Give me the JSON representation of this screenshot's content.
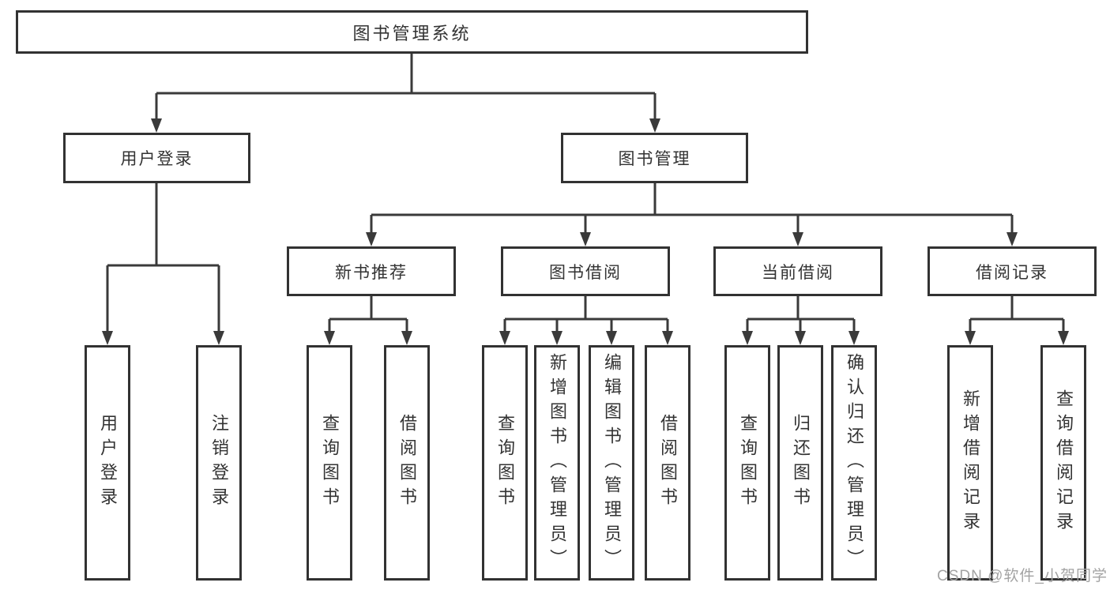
{
  "diagram_title": "图书管理系统",
  "nodes": {
    "root": {
      "label": "图书管理系统"
    },
    "user_login": {
      "label": "用户登录"
    },
    "book_mgmt": {
      "label": "图书管理"
    },
    "leaf_user_login": {
      "label": "用户登录"
    },
    "leaf_logout": {
      "label": "注销登录"
    },
    "new_book_rec": {
      "label": "新书推荐"
    },
    "book_borrow": {
      "label": "图书借阅"
    },
    "current_borrow": {
      "label": "当前借阅"
    },
    "borrow_record": {
      "label": "借阅记录"
    },
    "nb_query_book": {
      "label": "查询图书"
    },
    "nb_borrow_book": {
      "label": "借阅图书"
    },
    "bb_query_book": {
      "label": "查询图书"
    },
    "bb_add_book_admin": {
      "label": "新增图书（管理员）"
    },
    "bb_edit_book_admin": {
      "label": "编辑图书（管理员）"
    },
    "bb_borrow_book": {
      "label": "借阅图书"
    },
    "cb_query_book": {
      "label": "查询图书"
    },
    "cb_return_book": {
      "label": "归还图书"
    },
    "cb_confirm_return_admin": {
      "label": "确认归还（管理员）"
    },
    "br_add_record": {
      "label": "新增借阅记录"
    },
    "br_query_record": {
      "label": "查询借阅记录"
    }
  },
  "watermark": {
    "text": "CSDN @软件_小贺同学"
  },
  "colors": {
    "line": "#3a3a3a",
    "text": "#333333",
    "background": "#ffffff",
    "watermark": "#a3a3a3"
  }
}
